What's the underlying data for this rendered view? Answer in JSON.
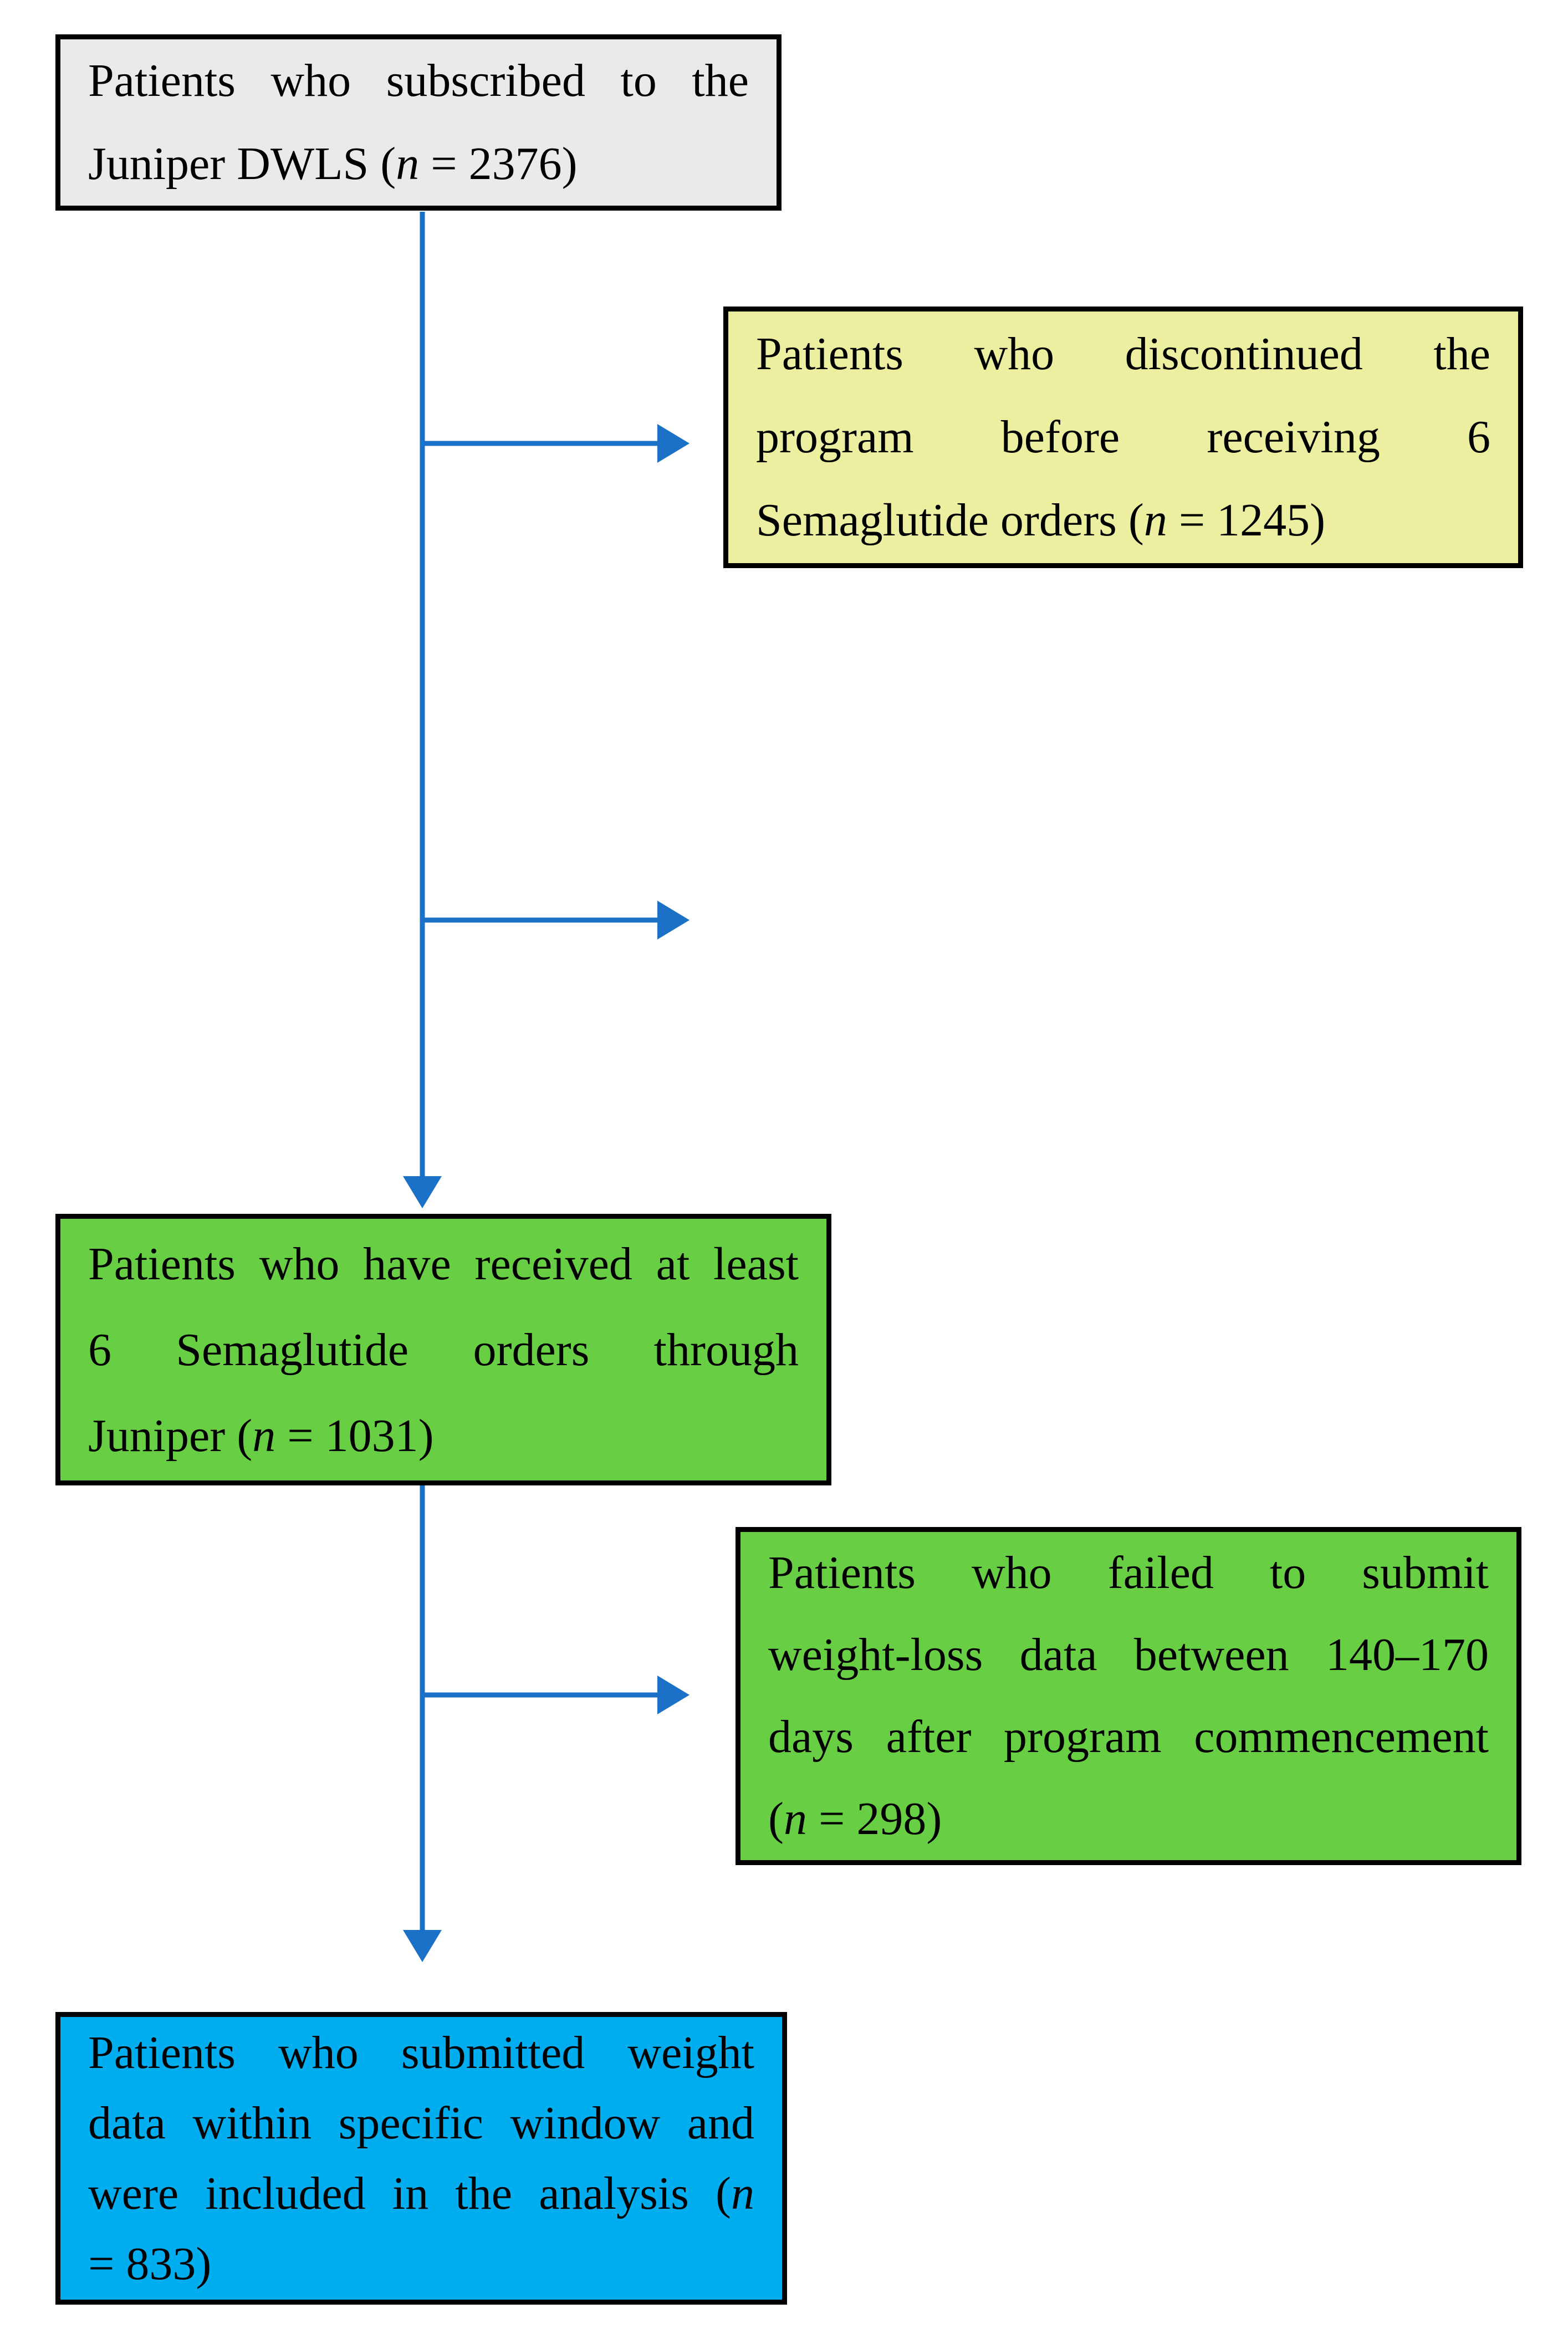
{
  "colors": {
    "background": "#FFFFFF",
    "border": "#000000",
    "text": "#000000",
    "arrow": "#1B70C8",
    "gray": "#EAEAEA",
    "yellow": "#ECEFA0",
    "green": "#68CE43",
    "blue": "#00ADEF"
  },
  "diagram": {
    "type": "patient-flow-diagram",
    "boxes": [
      {
        "id": "subscribed",
        "fill": "gray",
        "n": 2376,
        "text": "Patients who subscribed to the Juniper DWLS (n = 2376)",
        "lines": [
          {
            "justify": true,
            "segments": [
              {
                "text": "Patients who subscribed to the"
              }
            ]
          },
          {
            "justify": false,
            "segments": [
              {
                "text": "Juniper DWLS ("
              },
              {
                "text": "n",
                "italic": true
              },
              {
                "text": " = 2376)"
              }
            ]
          }
        ]
      },
      {
        "id": "discontinued",
        "fill": "yellow",
        "n": 1245,
        "text": "Patients who discontinued the program before receiving 6 Semaglutide orders (n = 1245)",
        "lines": [
          {
            "justify": true,
            "segments": [
              {
                "text": "Patients who discontinued the"
              }
            ]
          },
          {
            "justify": true,
            "segments": [
              {
                "text": "program before receiving 6"
              }
            ]
          },
          {
            "justify": false,
            "segments": [
              {
                "text": "Semaglutide orders ("
              },
              {
                "text": "n",
                "italic": true
              },
              {
                "text": " = 1245)"
              }
            ]
          }
        ]
      },
      {
        "id": "received-6-orders",
        "fill": "green",
        "n": 1031,
        "text": "Patients who have received at least 6 Semaglutide orders through Juniper (n = 1031)",
        "lines": [
          {
            "justify": true,
            "segments": [
              {
                "text": "Patients who have received at least"
              }
            ]
          },
          {
            "justify": true,
            "segments": [
              {
                "text": "6 Semaglutide orders through"
              }
            ]
          },
          {
            "justify": false,
            "segments": [
              {
                "text": "Juniper ("
              },
              {
                "text": "n",
                "italic": true
              },
              {
                "text": " = 1031)"
              }
            ]
          }
        ]
      },
      {
        "id": "failed-weight-data",
        "fill": "green",
        "n": 298,
        "text": "Patients who failed to submit weight-loss data between 140–170 days after program commencement (n = 298)",
        "lines": [
          {
            "justify": true,
            "segments": [
              {
                "text": "Patients who failed to submit"
              }
            ]
          },
          {
            "justify": true,
            "segments": [
              {
                "text": "weight-loss data between 140–170"
              }
            ]
          },
          {
            "justify": true,
            "segments": [
              {
                "text": "days after program commencement"
              }
            ]
          },
          {
            "justify": false,
            "segments": [
              {
                "text": "("
              },
              {
                "text": "n",
                "italic": true
              },
              {
                "text": " = 298)"
              }
            ]
          }
        ]
      },
      {
        "id": "included-analysis",
        "fill": "blue",
        "n": 833,
        "text": "Patients who submitted weight data within specific window and were included in the analysis (n = 833)",
        "lines": [
          {
            "justify": true,
            "segments": [
              {
                "text": "Patients who submitted weight"
              }
            ]
          },
          {
            "justify": true,
            "segments": [
              {
                "text": "data within specific window and"
              }
            ]
          },
          {
            "justify": true,
            "segments": [
              {
                "text": "were included in the analysis ("
              },
              {
                "text": "n",
                "italic": true
              }
            ]
          },
          {
            "justify": false,
            "segments": [
              {
                "text": "= 833)"
              }
            ]
          }
        ]
      }
    ],
    "arrows": [
      {
        "from": "subscribed",
        "to": "received-6-orders",
        "direction": "down"
      },
      {
        "from": "subscribed",
        "to": "discontinued",
        "direction": "right"
      },
      {
        "from": "subscribed",
        "to": null,
        "direction": "right"
      },
      {
        "from": "received-6-orders",
        "to": "included-analysis",
        "direction": "down"
      },
      {
        "from": "received-6-orders",
        "to": "failed-weight-data",
        "direction": "right"
      }
    ]
  }
}
